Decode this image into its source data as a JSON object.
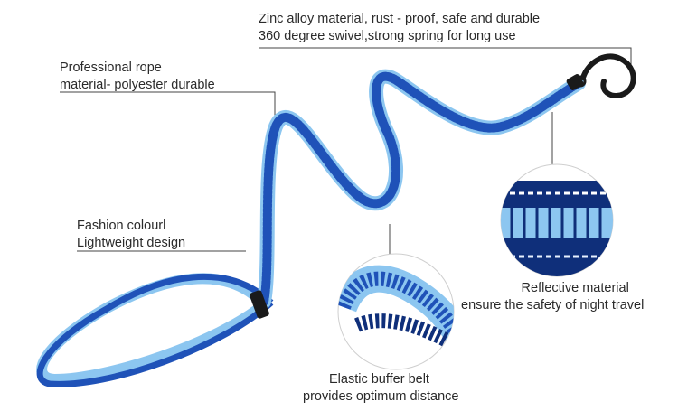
{
  "callouts": {
    "zinc": {
      "line1": "Zinc alloy material, rust - proof, safe and durable",
      "line2": "360 degree swivel,strong spring for long use"
    },
    "rope": {
      "line1": "Professional rope",
      "line2": "material- polyester durable"
    },
    "fashion": {
      "line1": "Fashion colourl",
      "line2": "Lightweight design"
    },
    "reflective": {
      "line1": "Reflective material",
      "line2": "ensure the safety of night travel"
    },
    "elastic": {
      "line1": "Elastic buffer belt",
      "line2": "provides optimum distance"
    }
  },
  "colors": {
    "leash_dark_blue": "#1f52b8",
    "leash_light_blue": "#8cc6f0",
    "leash_navy": "#0f2f7a",
    "hook": "#1a1a1a",
    "leader_line": "#444444",
    "text": "#2a2a2a"
  }
}
